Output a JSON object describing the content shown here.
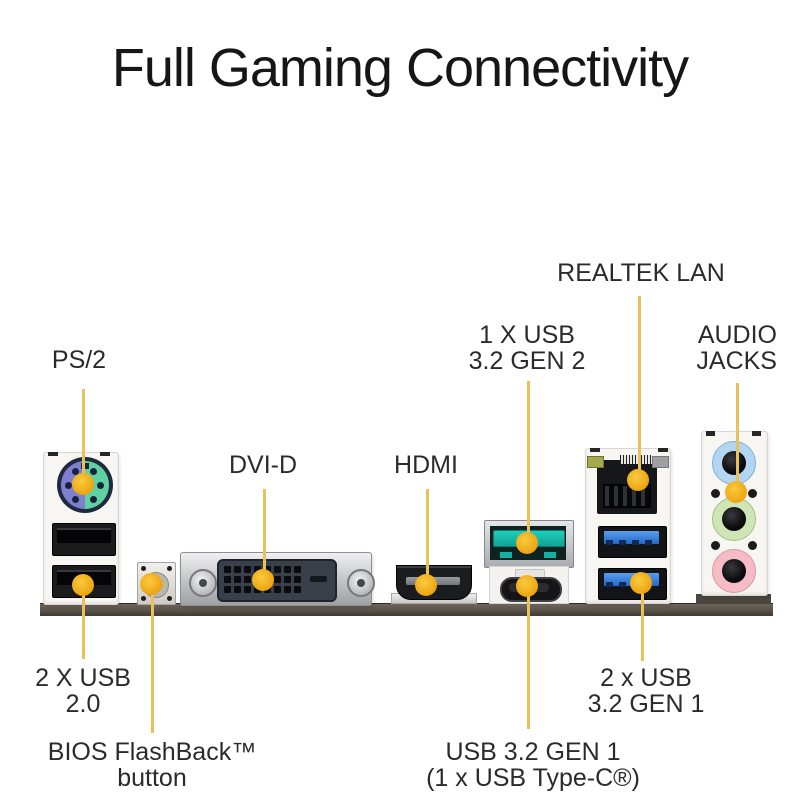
{
  "title": "Full Gaming Connectivity",
  "colors": {
    "leader_line": "#E9C05A",
    "leader_dot": "#EFA713",
    "ps2_keyboard_purple": "#7F7FD0",
    "ps2_mouse_green": "#5FD0A0",
    "usb2_black": "#1B1B1D",
    "usb_gen2_teal": "#17C3B2",
    "usb_gen1_blue": "#2F7FE0",
    "lan_black": "#161719",
    "audio_line_in_blue": "#B2D6F2",
    "audio_line_out_green": "#CFE5B6",
    "audio_mic_pink": "#F6BCC5",
    "pcb_bar": "#58524A"
  },
  "annotations": {
    "ps2": {
      "label": "PS/2"
    },
    "usb20": {
      "label": "2 X USB 2.0"
    },
    "bios": {
      "label_line1": "BIOS FlashBack™",
      "label_line2": "button"
    },
    "dvid": {
      "label": "DVI-D"
    },
    "hdmi": {
      "label": "HDMI"
    },
    "usb_gen2": {
      "label_line1": "1 X USB",
      "label_line2": "3.2 GEN 2"
    },
    "lan": {
      "label": "REALTEK LAN"
    },
    "audio": {
      "label_line1": "AUDIO",
      "label_line2": "JACKS"
    },
    "usb_gen1": {
      "label_line1": "2 x USB",
      "label_line2": "3.2 GEN 1"
    },
    "typec": {
      "label_line1": "USB 3.2 GEN 1",
      "label_line2": "(1 x USB Type-C®)"
    }
  }
}
